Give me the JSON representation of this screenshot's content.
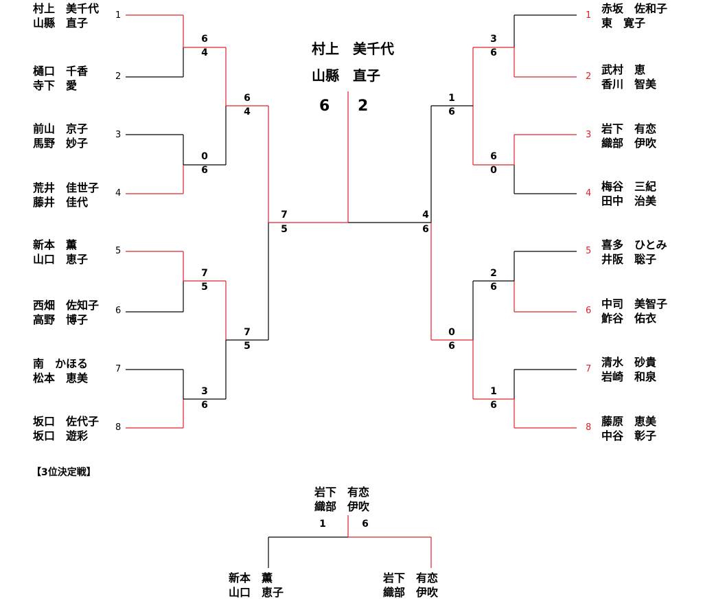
{
  "colors": {
    "winner": "#e0202a",
    "line": "#000000"
  },
  "left": {
    "players": [
      {
        "seed": "1",
        "n1": "村上　美千代",
        "n2": "山縣　直子"
      },
      {
        "seed": "2",
        "n1": "樋口　千香",
        "n2": "寺下　愛"
      },
      {
        "seed": "3",
        "n1": "前山　京子",
        "n2": "馬野　妙子"
      },
      {
        "seed": "4",
        "n1": "荒井　佳世子",
        "n2": "藤井　佳代"
      },
      {
        "seed": "5",
        "n1": "新本　薫",
        "n2": "山口　恵子"
      },
      {
        "seed": "6",
        "n1": "西畑　佐知子",
        "n2": "高野　博子"
      },
      {
        "seed": "7",
        "n1": "南　かほる",
        "n2": "松本　恵美"
      },
      {
        "seed": "8",
        "n1": "坂口　佐代子",
        "n2": "坂口　遊彩"
      }
    ],
    "r1": [
      {
        "top": "6",
        "bot": "4"
      },
      {
        "top": "0",
        "bot": "6"
      },
      {
        "top": "7",
        "bot": "5"
      },
      {
        "top": "3",
        "bot": "6"
      }
    ],
    "r2": [
      {
        "top": "6",
        "bot": "4"
      },
      {
        "top": "7",
        "bot": "5"
      }
    ],
    "r3": {
      "top": "7",
      "bot": "5"
    }
  },
  "right": {
    "players": [
      {
        "seed": "1",
        "n1": "赤坂　佐和子",
        "n2": "東　寛子"
      },
      {
        "seed": "2",
        "n1": "武村　恵",
        "n2": "香川　智美"
      },
      {
        "seed": "3",
        "n1": "岩下　有恋",
        "n2": "織部　伊吹"
      },
      {
        "seed": "4",
        "n1": "梅谷　三紀",
        "n2": "田中　治美"
      },
      {
        "seed": "5",
        "n1": "喜多　ひとみ",
        "n2": "井阪　聡子"
      },
      {
        "seed": "6",
        "n1": "中司　美智子",
        "n2": "鮓谷　佑衣"
      },
      {
        "seed": "7",
        "n1": "清水　砂貴",
        "n2": "岩崎　和泉"
      },
      {
        "seed": "8",
        "n1": "藤原　恵美",
        "n2": "中谷　彰子"
      }
    ],
    "r1": [
      {
        "top": "3",
        "bot": "6"
      },
      {
        "top": "6",
        "bot": "0"
      },
      {
        "top": "2",
        "bot": "6"
      },
      {
        "top": "1",
        "bot": "6"
      }
    ],
    "r2": [
      {
        "top": "1",
        "bot": "6"
      },
      {
        "top": "0",
        "bot": "6"
      }
    ],
    "r3": {
      "top": "4",
      "bot": "6"
    }
  },
  "champion": {
    "n1": "村上　美千代",
    "n2": "山縣　直子",
    "score_left": "6",
    "score_right": "2"
  },
  "third_place": {
    "title": "【3位決定戦】",
    "winner": {
      "n1": "岩下　有恋",
      "n2": "織部　伊吹"
    },
    "score_left": "1",
    "score_right": "6",
    "left": {
      "n1": "新本　薫",
      "n2": "山口　恵子"
    },
    "right": {
      "n1": "岩下　有恋",
      "n2": "織部　伊吹"
    }
  }
}
